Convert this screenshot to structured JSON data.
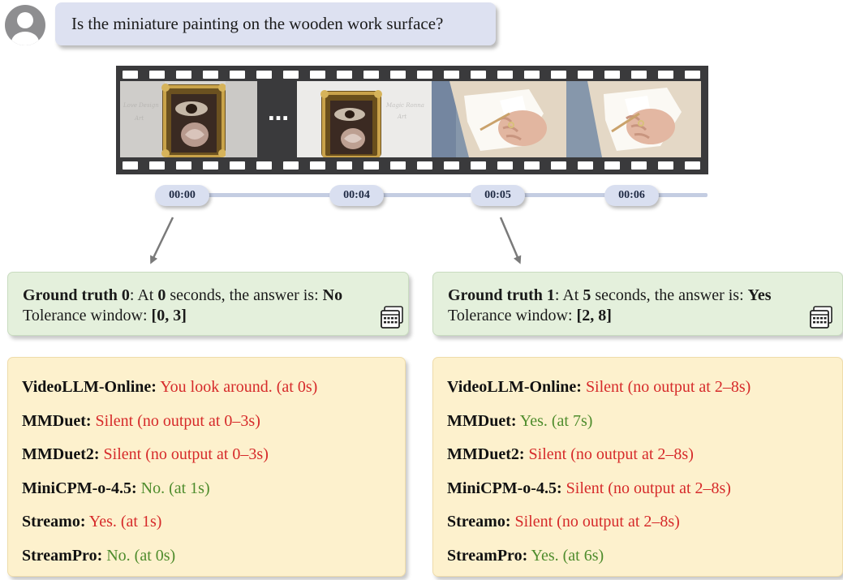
{
  "question": "Is the miniature painting on the wooden work surface?",
  "film": {
    "ellipsis": "…"
  },
  "timestamps": [
    "00:00",
    "00:04",
    "00:05",
    "00:06"
  ],
  "ground_truths": [
    {
      "label": "Ground truth 0",
      "mid": ":  At ",
      "seconds": "0",
      "mid2": " seconds, the answer is: ",
      "answer": "No",
      "tol_label": "Tolerance window: ",
      "tol": "[0, 3]"
    },
    {
      "label": "Ground truth 1",
      "mid": ":  At ",
      "seconds": "5",
      "mid2": " seconds, the answer is: ",
      "answer": "Yes",
      "tol_label": "Tolerance window: ",
      "tol": "[2, 8]"
    }
  ],
  "outputs": [
    [
      {
        "model": "VideoLLM-Online:",
        "text": "You look around. (at 0s)",
        "status": "red"
      },
      {
        "model": "MMDuet:",
        "text": "Silent (no output at 0–3s)",
        "status": "red"
      },
      {
        "model": "MMDuet2:",
        "text": "Silent (no output at 0–3s)",
        "status": "red"
      },
      {
        "model": "MiniCPM-o-4.5:",
        "text": "No. (at 1s)",
        "status": "green"
      },
      {
        "model": "Streamo:",
        "text": "Yes. (at 1s)",
        "status": "red"
      },
      {
        "model": "StreamPro:",
        "text": "No. (at 0s)",
        "status": "green"
      }
    ],
    [
      {
        "model": "VideoLLM-Online:",
        "text": "Silent (no output at 2–8s)",
        "status": "red"
      },
      {
        "model": "MMDuet:",
        "text": "Yes. (at 7s)",
        "status": "green"
      },
      {
        "model": "MMDuet2:",
        "text": "Silent (no output at 2–8s)",
        "status": "red"
      },
      {
        "model": "MiniCPM-o-4.5:",
        "text": "Silent (no output at 2–8s)",
        "status": "red"
      },
      {
        "model": "Streamo:",
        "text": "Silent (no output at 2–8s)",
        "status": "red"
      },
      {
        "model": "StreamPro:",
        "text": "Yes. (at 6s)",
        "status": "green"
      }
    ]
  ],
  "colors": {
    "wrong": "#d62a2a",
    "correct": "#4e8c2c"
  },
  "icons": {
    "avatar": "user-avatar-icon",
    "calendar": "calendar-icon"
  }
}
